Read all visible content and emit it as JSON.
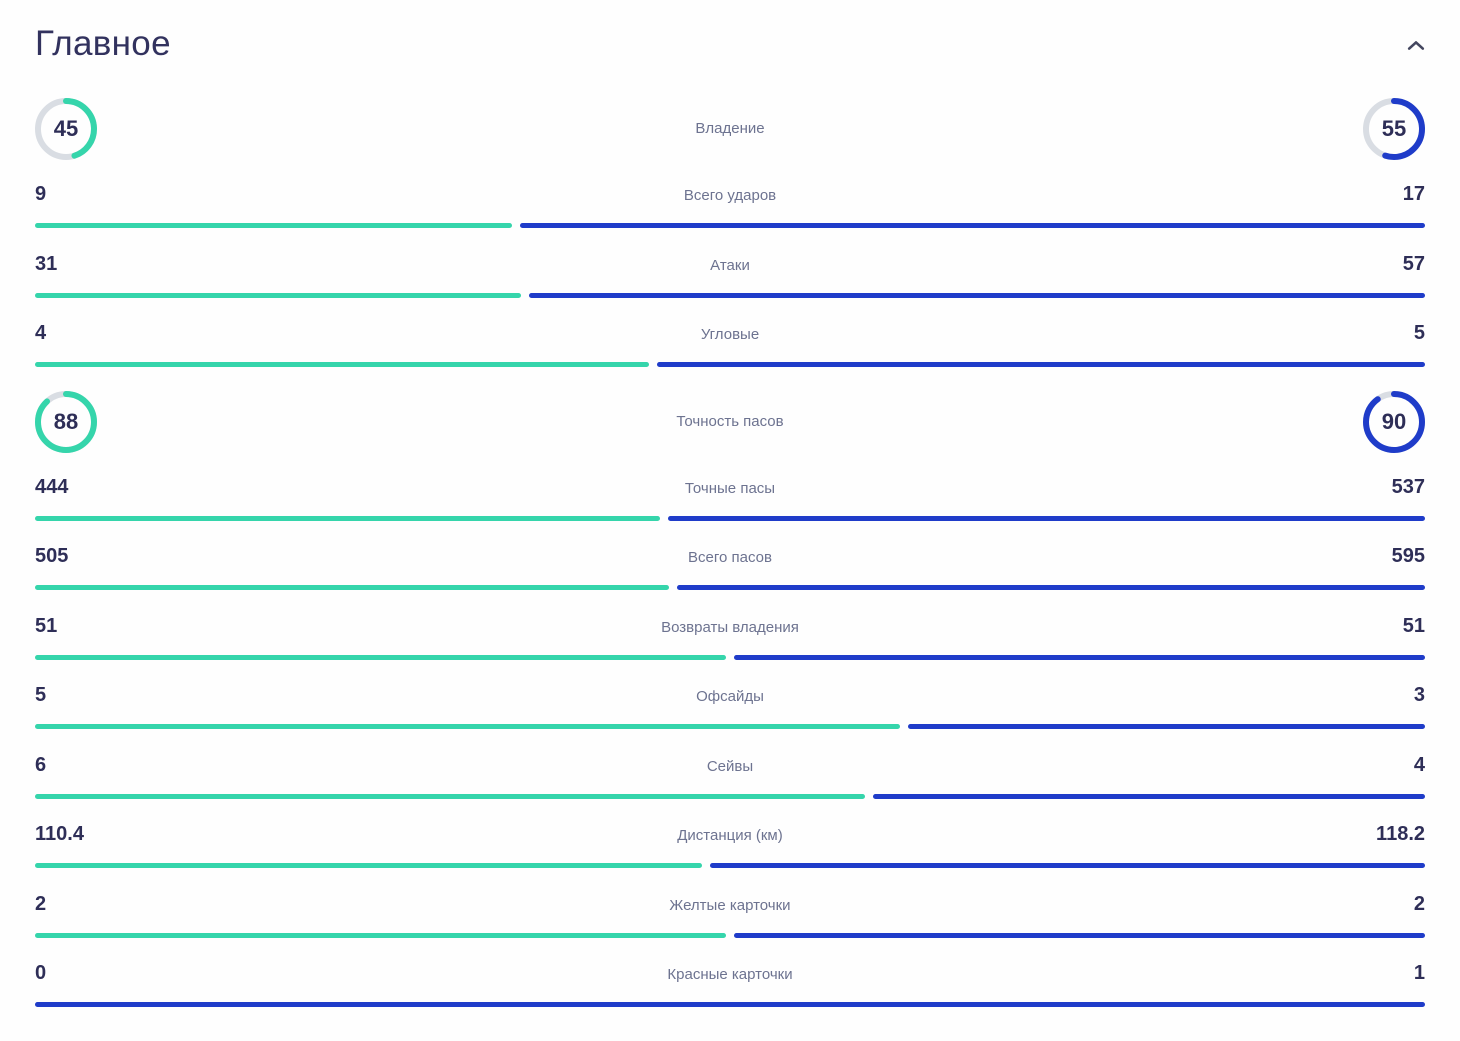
{
  "panel": {
    "title": "Главное",
    "collapse_icon": "chevron-up"
  },
  "colors": {
    "home": "#35d5ab",
    "away": "#1f3cc9",
    "ring_track": "#d9dde3",
    "value_text": "#2e2e57",
    "label_text": "#6d7390",
    "title_text": "#32325e"
  },
  "rows": [
    {
      "kind": "ring",
      "label": "Владение",
      "home": "45",
      "away": "55"
    },
    {
      "kind": "bar",
      "label": "Всего ударов",
      "home": "9",
      "away": "17"
    },
    {
      "kind": "bar",
      "label": "Атаки",
      "home": "31",
      "away": "57"
    },
    {
      "kind": "bar",
      "label": "Угловые",
      "home": "4",
      "away": "5"
    },
    {
      "kind": "ring",
      "label": "Точность пасов",
      "home": "88",
      "away": "90"
    },
    {
      "kind": "bar",
      "label": "Точные пасы",
      "home": "444",
      "away": "537"
    },
    {
      "kind": "bar",
      "label": "Всего пасов",
      "home": "505",
      "away": "595"
    },
    {
      "kind": "bar",
      "label": "Возвраты владения",
      "home": "51",
      "away": "51"
    },
    {
      "kind": "bar",
      "label": "Офсайды",
      "home": "5",
      "away": "3"
    },
    {
      "kind": "bar",
      "label": "Сейвы",
      "home": "6",
      "away": "4"
    },
    {
      "kind": "bar",
      "label": "Дистанция (км)",
      "home": "110.4",
      "away": "118.2"
    },
    {
      "kind": "bar",
      "label": "Желтые карточки",
      "home": "2",
      "away": "2"
    },
    {
      "kind": "bar",
      "label": "Красные карточки",
      "home": "0",
      "away": "1"
    }
  ],
  "chart_data": {
    "type": "bar",
    "title": "Главное",
    "orientation": "horizontal paired comparison, home (teal, left) vs away (blue, right)",
    "categories": [
      "Владение",
      "Всего ударов",
      "Атаки",
      "Угловые",
      "Точность пасов",
      "Точные пасы",
      "Всего пасов",
      "Возвраты владения",
      "Офсайды",
      "Сейвы",
      "Дистанция (км)",
      "Желтые карточки",
      "Красные карточки"
    ],
    "series": [
      {
        "name": "home",
        "color": "#35d5ab",
        "values": [
          45,
          9,
          31,
          4,
          88,
          444,
          505,
          51,
          5,
          6,
          110.4,
          2,
          0
        ]
      },
      {
        "name": "away",
        "color": "#1f3cc9",
        "values": [
          55,
          17,
          57,
          5,
          90,
          537,
          595,
          51,
          3,
          4,
          118.2,
          2,
          1
        ]
      }
    ],
    "notes": "Rows 'Владение' and 'Точность пасов' are percentages shown as circular progress rings; all other rows are split bars whose lengths are proportional to home/(home+away)."
  }
}
